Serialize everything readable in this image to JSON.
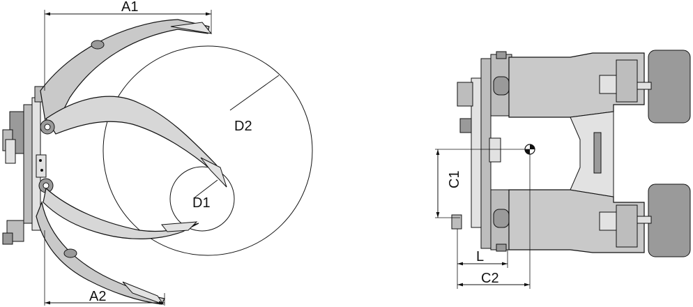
{
  "labels": {
    "a1": "A1",
    "a2": "A2",
    "d1": "D1",
    "d2": "D2",
    "c1": "C1",
    "c2": "C2",
    "l": "L"
  },
  "colors": {
    "arm_fill": "#c9c9c9",
    "body_fill": "#bdbdbd",
    "dark_fill": "#9a9a9a",
    "line": "#111111"
  }
}
